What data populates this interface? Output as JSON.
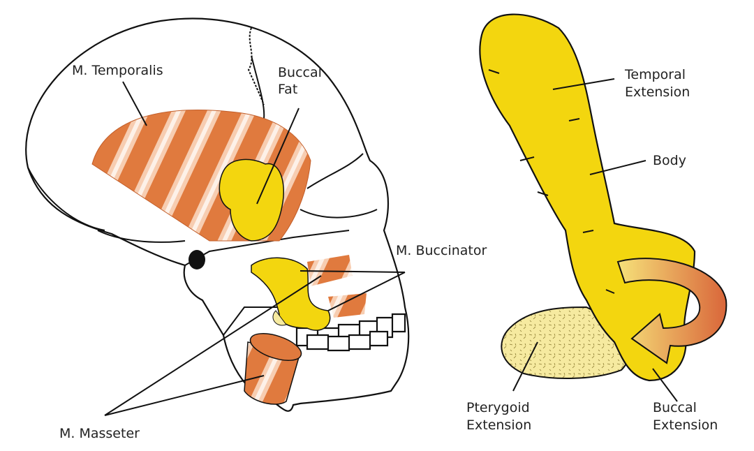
{
  "labels": {
    "temporalis": "M. Temporalis",
    "buccal_fat": [
      "Buccal",
      "Fat"
    ],
    "buccinator": "M. Buccinator",
    "masseter": "M. Masseter",
    "temporal_extension": [
      "Temporal",
      "Extension"
    ],
    "body": "Body",
    "pterygoid_extension": [
      "Pterygoid",
      "Extension"
    ],
    "buccal_extension": [
      "Buccal",
      "Extension"
    ]
  },
  "colors": {
    "fat": "#f3d60f",
    "muscle": "#e07a3e",
    "pterygoid": "#f6eaa0",
    "outline": "#111111"
  }
}
